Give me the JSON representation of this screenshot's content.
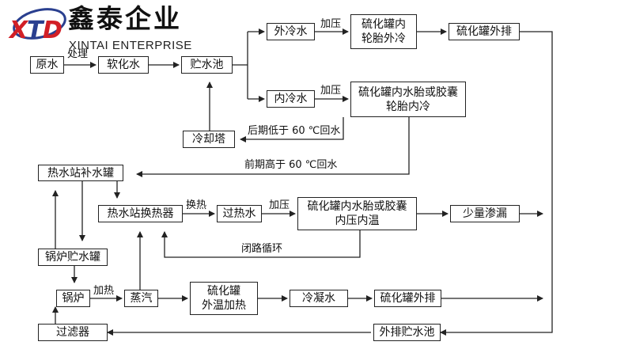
{
  "logo": {
    "mark": "XTD",
    "company_cn": "鑫泰企业",
    "company_en": "XINTAI ENTERPRISE",
    "colors": {
      "red": "#d21f26",
      "blue": "#2a3f8f"
    }
  },
  "nodes": {
    "raw_water": "原水",
    "soft_water": "软化水",
    "storage_pool": "贮水池",
    "outer_cold_water": "外冷水",
    "tank_tire_outer_cold": "硫化罐内\n轮胎外冷",
    "tank_discharge_top": "硫化罐外排",
    "inner_cold_water": "内冷水",
    "tank_bladder_inner_cold": "硫化罐内水胎或胶囊\n轮胎内冷",
    "cooling_tower": "冷却塔",
    "hot_station_makeup_tank": "热水站补水罐",
    "hot_station_exchanger": "热水站换热器",
    "superheated_water": "过热水",
    "tank_bladder_pressure_temp": "硫化罐内水胎或胶囊\n内压内温",
    "small_leak": "少量渗漏",
    "boiler_storage_tank": "锅炉贮水罐",
    "boiler": "锅炉",
    "steam": "蒸汽",
    "tank_outer_heating": "硫化罐\n外温加热",
    "condensate": "冷凝水",
    "tank_discharge_bottom": "硫化罐外排",
    "filter": "过滤器",
    "discharge_storage_pool": "外排贮水池"
  },
  "edge_labels": {
    "treatment": "处理",
    "pressurize_1": "加压",
    "pressurize_2": "加压",
    "late_return": "后期低于 60 ℃回水",
    "early_return": "前期高于 60 ℃回水",
    "heat_exchange": "换热",
    "pressurize_3": "加压",
    "closed_loop": "闭路循环",
    "heating": "加热"
  }
}
